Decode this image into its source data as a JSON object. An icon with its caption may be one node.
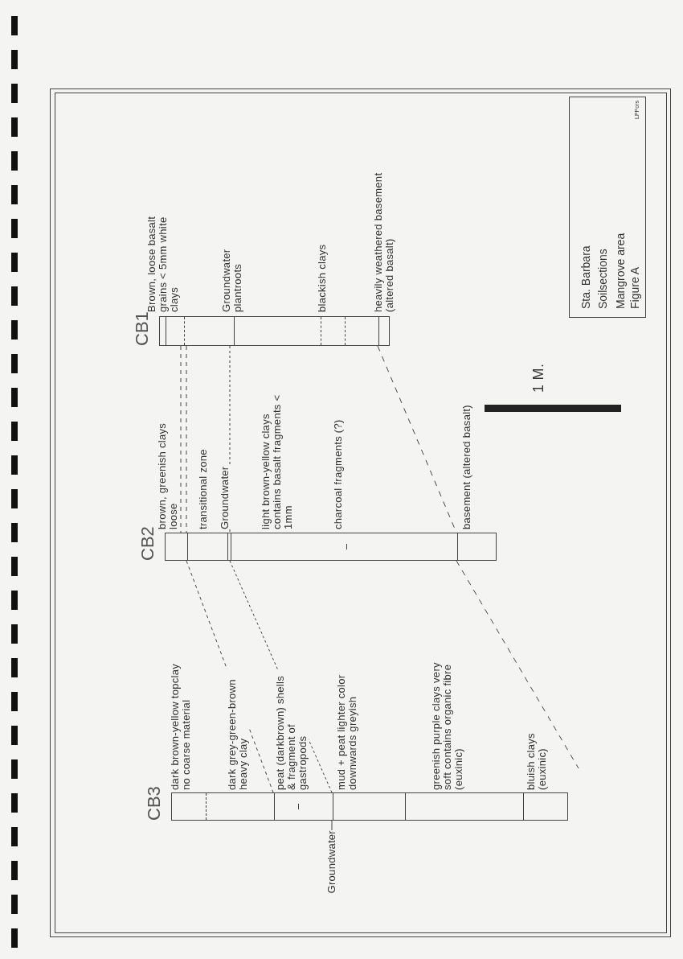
{
  "diagram": {
    "nodes": [
      {
        "text": [
          "CB1"
        ]
      },
      {
        "text": [
          "CB2"
        ]
      },
      {
        "text": [
          "CB3"
        ]
      },
      {
        "text": [
          "Sta. Barbara",
          "Soilsections",
          "Mangrove area",
          "Figure A",
          "LPPors"
        ]
      }
    ],
    "edges": [
      {
        "from": 0,
        "to": 1,
        "arrow": "none",
        "style": "dashed"
      },
      {
        "from": 0,
        "to": 1,
        "arrow": "none",
        "style": "dashed"
      },
      {
        "from": 0,
        "to": 1,
        "arrow": "none",
        "style": "dashed"
      },
      {
        "from": 0,
        "to": 1,
        "arrow": "none",
        "style": "dashed"
      },
      {
        "from": 1,
        "to": 2,
        "arrow": "none",
        "style": "dashed"
      },
      {
        "from": 1,
        "to": 2,
        "arrow": "none",
        "style": "dashed"
      },
      {
        "from": 1,
        "to": null,
        "arrow": "none",
        "style": "dashed"
      }
    ],
    "labels": [
      "Brown, loose basalt grains < 5mm white clays",
      "Groundwater plantroots",
      "blackish clays",
      "heavily weathered basement (altered basalt)",
      "brown, greenish clays loose",
      "transitional zone",
      "Groundwater",
      "light brown-yellow clays contains basalt fragments < 1mm",
      "charcoal fragments (?)",
      "basement (altered basalt)",
      "dark brown-yellow topclay no coarse material",
      "dark grey-green-brown heavy clay",
      "peat (darkbrown) shells & fragment of gastropods",
      "Groundwater",
      "mud + peat lighter color downwards greyish",
      "greenish purple clays very soft contains organic fibre (euxinic)",
      "bluish clays (euxinic)",
      "1 M."
    ]
  }
}
